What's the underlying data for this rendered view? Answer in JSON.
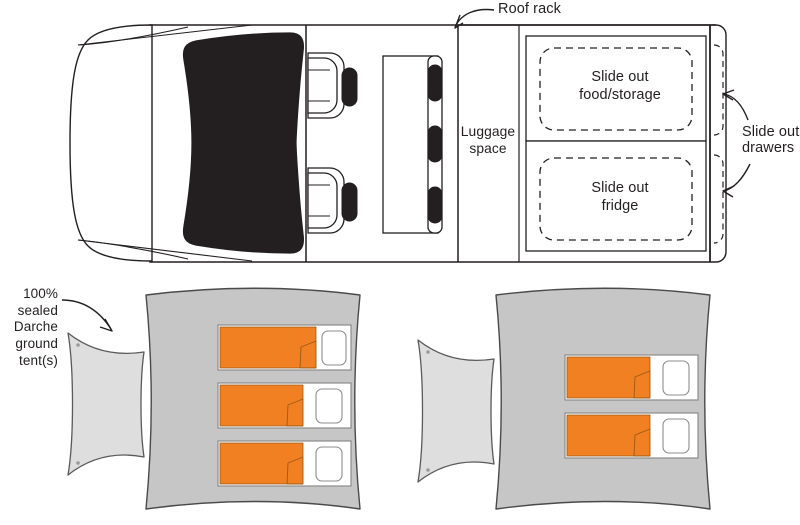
{
  "diagram": {
    "title": "Vehicle layout and ground tent sleeping plan",
    "colors": {
      "outline": "#231f20",
      "tent_fill": "#c6c6c6",
      "tent_flap_fill": "#dedede",
      "sleeping_bag_orange": "#f08022",
      "pillow_white": "#ffffff",
      "headrest_black": "#231f20",
      "windshield_black": "#231f20",
      "background": "#ffffff"
    },
    "labels": {
      "roof_rack": "Roof rack",
      "luggage_space": "Luggage\nspace",
      "slide_out_food_storage": "Slide out\nfood/storage",
      "slide_out_fridge": "Slide out\nfridge",
      "slide_out_drawers": "Slide out\ndrawers",
      "ground_tent_note": "100%\nsealed\nDarche\nground\ntent(s)"
    },
    "vehicle": {
      "view": "top-down plan",
      "sections": [
        {
          "name": "bonnet-windshield",
          "contents": "hood with dark windshield"
        },
        {
          "name": "cabin",
          "contents": "two front seats with headrests"
        },
        {
          "name": "rear-bench",
          "contents": "rear bench seat with three headrests"
        },
        {
          "name": "luggage-space",
          "contents": "Luggage space"
        },
        {
          "name": "rear-storage",
          "contents": "Slide out food/storage and Slide out fridge"
        },
        {
          "name": "rear-drawer-strip",
          "contents": "Slide out drawers"
        }
      ],
      "front_seats_count": 2,
      "rear_headrests_count": 3,
      "storage_compartments_count": 2,
      "drawer_ends_count": 2
    },
    "tents": [
      {
        "name": "tent-left",
        "beds": 3,
        "bed_color": "#f08022",
        "pillow_color": "#ffffff"
      },
      {
        "name": "tent-right",
        "beds": 2,
        "bed_color": "#f08022",
        "pillow_color": "#ffffff"
      }
    ],
    "annotations": [
      {
        "name": "roof-rack-arrow",
        "points_to": "vehicle roof rail",
        "style": "curved arrow"
      },
      {
        "name": "drawers-arrow-upper",
        "points_to": "upper slide out drawer",
        "style": "curved arrow"
      },
      {
        "name": "drawers-arrow-lower",
        "points_to": "lower slide out drawer",
        "style": "curved arrow"
      },
      {
        "name": "tent-note-arrow",
        "points_to": "left ground tent",
        "style": "curved arrow"
      }
    ]
  }
}
